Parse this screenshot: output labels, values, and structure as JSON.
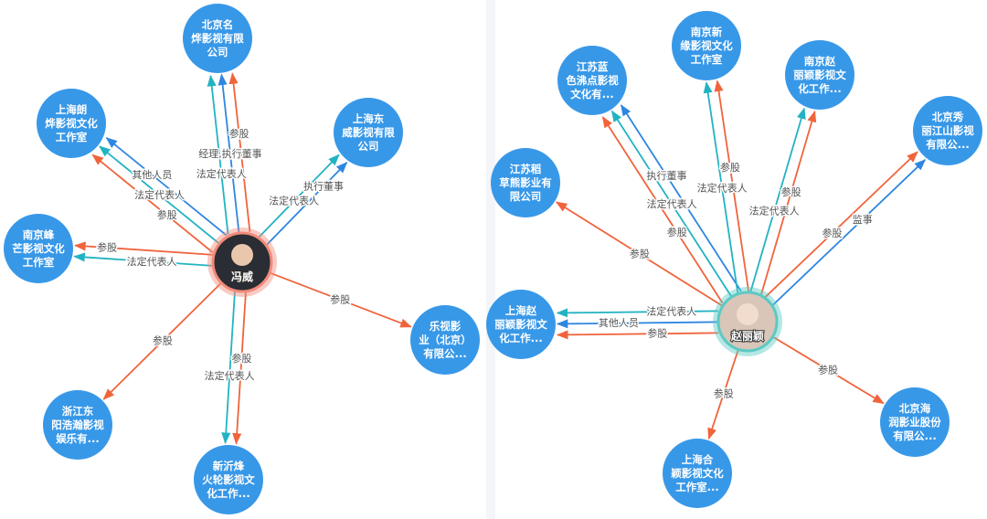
{
  "colors": {
    "shareholding": "#f0643c",
    "legal_rep": "#22b3c2",
    "executive": "#2f86e0",
    "node": "#3898e8",
    "node_text": "#ffffff",
    "label_text": "#555555"
  },
  "graphs": [
    {
      "person": {
        "name": "冯威",
        "ring": "#f28a7a"
      },
      "companies": [
        {
          "label": [
            "北京名",
            "烨影视有限",
            "公司"
          ],
          "relations": [
            {
              "text": "法定代表人",
              "type": "legal_rep"
            },
            {
              "text": "经理,执行董事",
              "type": "executive"
            },
            {
              "text": "参股",
              "type": "shareholding"
            }
          ]
        },
        {
          "label": [
            "上海朗",
            "烨影视文化",
            "工作室"
          ],
          "relations": [
            {
              "text": "参股",
              "type": "shareholding"
            },
            {
              "text": "法定代表人",
              "type": "legal_rep"
            },
            {
              "text": "其他人员",
              "type": "executive"
            }
          ]
        },
        {
          "label": [
            "上海东",
            "威影视有限",
            "公司"
          ],
          "relations": [
            {
              "text": "法定代表人",
              "type": "legal_rep"
            },
            {
              "text": "执行董事",
              "type": "executive"
            }
          ]
        },
        {
          "label": [
            "南京峰",
            "芒影视文化",
            "工作室"
          ],
          "relations": [
            {
              "text": "法定代表人",
              "type": "legal_rep"
            },
            {
              "text": "参股",
              "type": "shareholding"
            }
          ]
        },
        {
          "label": [
            "乐视影",
            "业（北京）",
            "有限公..."
          ],
          "relations": [
            {
              "text": "参股",
              "type": "shareholding"
            }
          ]
        },
        {
          "label": [
            "浙江东",
            "阳浩瀚影视",
            "娱乐有..."
          ],
          "relations": [
            {
              "text": "参股",
              "type": "shareholding"
            }
          ]
        },
        {
          "label": [
            "新沂烽",
            "火轮影视文",
            "化工作..."
          ],
          "relations": [
            {
              "text": "参股",
              "type": "shareholding"
            },
            {
              "text": "法定代表人",
              "type": "legal_rep"
            }
          ]
        }
      ]
    },
    {
      "person": {
        "name": "赵丽颖",
        "ring": "#5cc9c4"
      },
      "companies": [
        {
          "label": [
            "江苏蓝",
            "色沸点影视",
            "文化有..."
          ],
          "relations": [
            {
              "text": "参股",
              "type": "shareholding"
            },
            {
              "text": "法定代表人",
              "type": "legal_rep"
            },
            {
              "text": "执行董事",
              "type": "executive"
            }
          ]
        },
        {
          "label": [
            "南京新",
            "缘影视文化",
            "工作室"
          ],
          "relations": [
            {
              "text": "法定代表人",
              "type": "legal_rep"
            },
            {
              "text": "参股",
              "type": "shareholding"
            }
          ]
        },
        {
          "label": [
            "南京赵",
            "丽颖影视文",
            "化工作..."
          ],
          "relations": [
            {
              "text": "法定代表人",
              "type": "legal_rep"
            },
            {
              "text": "参股",
              "type": "shareholding"
            }
          ]
        },
        {
          "label": [
            "北京秀",
            "丽江山影视",
            "有限公..."
          ],
          "relations": [
            {
              "text": "参股",
              "type": "shareholding"
            },
            {
              "text": "监事",
              "type": "executive"
            }
          ]
        },
        {
          "label": [
            "江苏稻",
            "草熊影业有",
            "限公司"
          ],
          "relations": [
            {
              "text": "参股",
              "type": "shareholding"
            }
          ]
        },
        {
          "label": [
            "上海赵",
            "丽颖影视文",
            "化工作..."
          ],
          "relations": [
            {
              "text": "参股",
              "type": "shareholding"
            },
            {
              "text": "其他人员",
              "type": "executive"
            },
            {
              "text": "法定代表人",
              "type": "legal_rep"
            }
          ]
        },
        {
          "label": [
            "上海合",
            "颖影视文化",
            "工作室..."
          ],
          "relations": [
            {
              "text": "参股",
              "type": "shareholding"
            }
          ]
        },
        {
          "label": [
            "北京海",
            "润影业股份",
            "有限公..."
          ],
          "relations": [
            {
              "text": "参股",
              "type": "shareholding"
            }
          ]
        }
      ]
    }
  ]
}
